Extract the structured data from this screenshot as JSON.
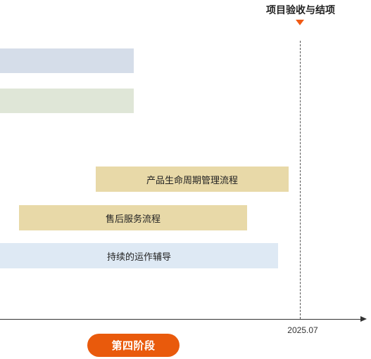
{
  "milestone": {
    "label": "项目验收与结项",
    "marker_color": "#f05a14"
  },
  "bars": [
    {
      "label": "",
      "color": "#d5dde9"
    },
    {
      "label": "",
      "color": "#dfe6d7"
    },
    {
      "label": "产品生命周期管理流程",
      "color": "#e8d9a8"
    },
    {
      "label": "售后服务流程",
      "color": "#e8d9a8"
    },
    {
      "label": "持续的运作辅导",
      "color": "#dee9f4"
    }
  ],
  "axis": {
    "date_label": "2025.07"
  },
  "phase": {
    "label": "第四阶段",
    "color": "#e95a0c"
  }
}
